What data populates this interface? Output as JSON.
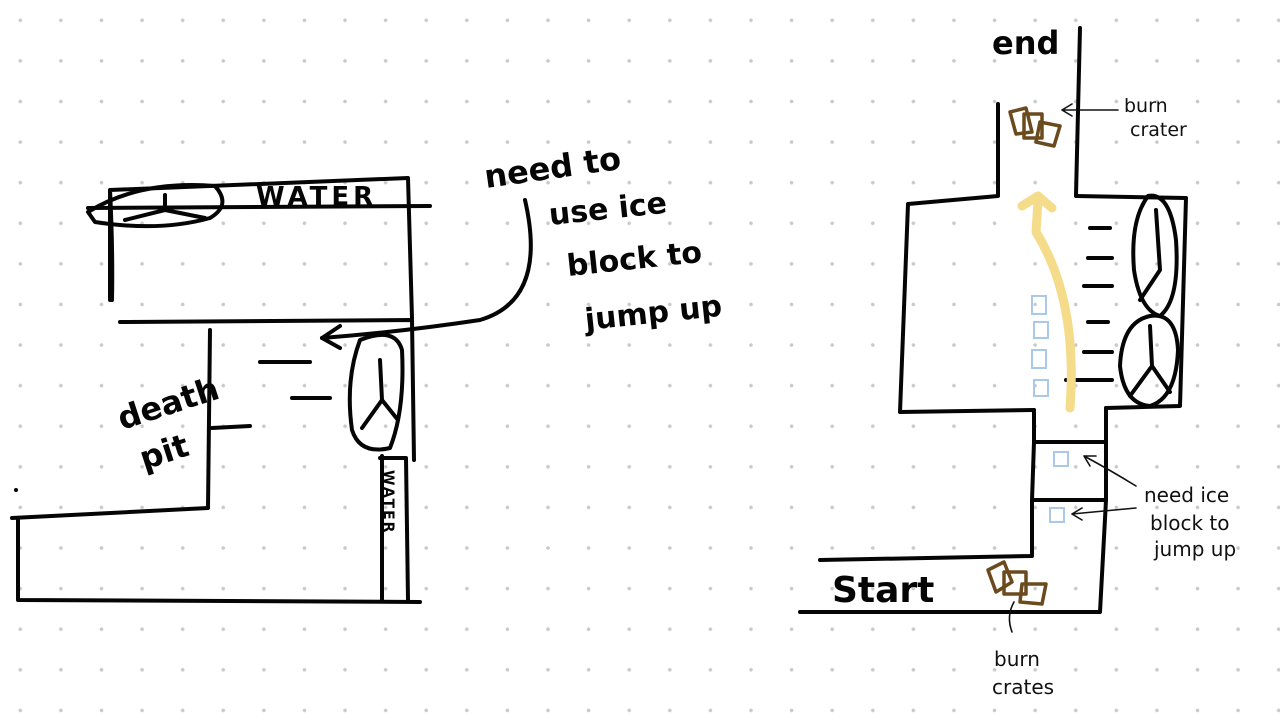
{
  "canvas": {
    "background": "#ffffff",
    "dot_color": "#c9c9c9"
  },
  "colors": {
    "ink": "#050505",
    "crate": "#6b4a1e",
    "ice": "#a9c8ea",
    "path": "#f5dc8a"
  },
  "left_sketch": {
    "water_top": "WATER",
    "water_side": "WATER",
    "note": [
      "need to",
      "use ice",
      "block to",
      "jump up"
    ],
    "death_pit": [
      "death",
      "pit"
    ]
  },
  "right_sketch": {
    "end_label": "end",
    "start_label": "Start",
    "burn_crater_top": [
      "burn",
      "crater"
    ],
    "ice_note": [
      "need ice",
      "block to",
      "jump up"
    ],
    "burn_crates_bottom": [
      "burn",
      "crates"
    ]
  }
}
